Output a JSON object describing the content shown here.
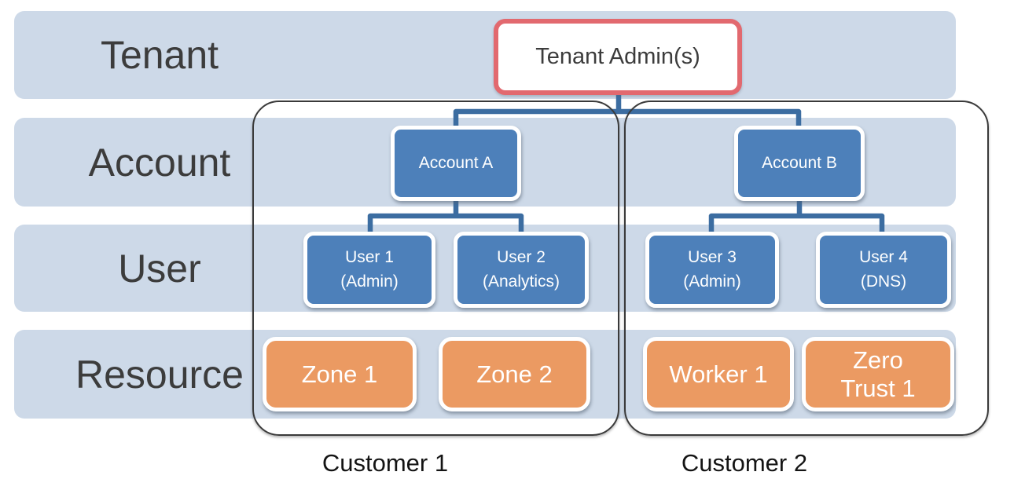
{
  "rows": [
    {
      "label": "Tenant"
    },
    {
      "label": "Account"
    },
    {
      "label": "User"
    },
    {
      "label": "Resource"
    }
  ],
  "tenant_admin": {
    "label": "Tenant Admin(s)"
  },
  "accounts": [
    {
      "label": "Account A"
    },
    {
      "label": "Account B"
    }
  ],
  "users": [
    {
      "label": "User 1\n(Admin)"
    },
    {
      "label": "User 2\n(Analytics)"
    },
    {
      "label": "User 3\n(Admin)"
    },
    {
      "label": "User 4\n(DNS)"
    }
  ],
  "resources": [
    {
      "label": "Zone 1"
    },
    {
      "label": "Zone 2"
    },
    {
      "label": "Worker 1"
    },
    {
      "label": "Zero\nTrust 1"
    }
  ],
  "groups": [
    {
      "label": "Customer 1"
    },
    {
      "label": "Customer 2"
    }
  ],
  "colors": {
    "band": "#cdd9e8",
    "node_blue": "#4d80ba",
    "node_orange": "#eb9a62",
    "connector": "#3c6da1",
    "admin_border": "#e2696f",
    "text_dark": "#3c3c3c",
    "outline": "#3a3a3a",
    "group_label": "#141414"
  }
}
